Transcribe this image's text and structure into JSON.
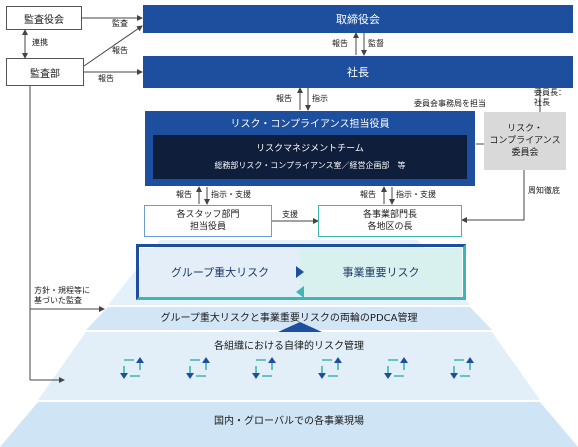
{
  "boxes": {
    "audit_board": "監査役会",
    "audit_dept": "監査部",
    "board": "取締役会",
    "president": "社長",
    "officer": "リスク・コンプライアンス担当役員",
    "rm_team": "リスクマネジメントチーム",
    "rm_team_members": "総務部リスク・コンプライアンス室／経営企画部　等",
    "committee": "リスク・\nコンプライアンス\n委員会",
    "staff_officer": "各スタッフ部門\n担当役員",
    "business_head": "各事業部門長\n各地区の長",
    "group_risk": "グループ重大リスク",
    "business_risk": "事業重要リスク",
    "pdca": "グループ重大リスクと事業重要リスクの両輪のPDCA管理",
    "autonomous": "各組織における自律的リスク管理",
    "sites": "国内・グローバルでの各事業現場"
  },
  "labels": {
    "audit": "監査",
    "cooperation": "連携",
    "report": "報告",
    "supervise": "監督",
    "instruct": "指示",
    "instruct_support": "指示・支援",
    "support": "支援",
    "secretariat": "委員会事務局を担当",
    "chair": "委員長：\n社長",
    "notify": "周知徹底",
    "policy_audit": "方針・規程等に\n基づいた監査"
  },
  "colors": {
    "navy": "#1d4f9e",
    "dark_navy": "#0f1e3a",
    "teal": "#3fb6b2",
    "pale_blue": "#cfe4f4",
    "grey": "#d9d9d9"
  }
}
